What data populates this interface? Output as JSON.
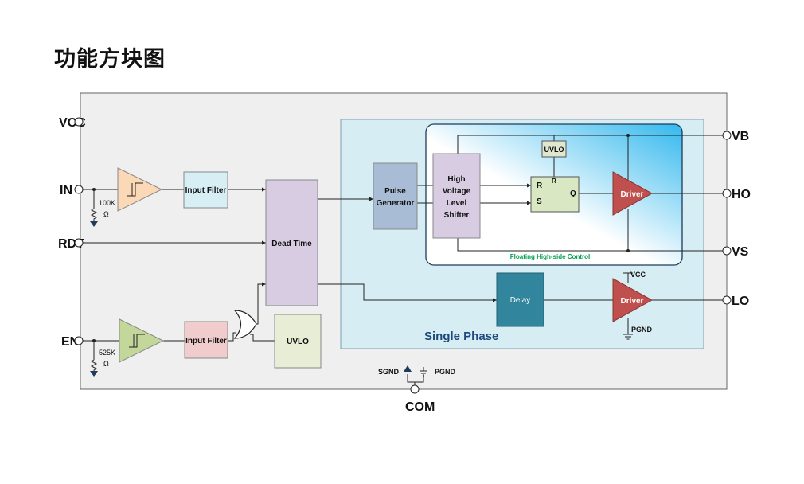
{
  "page_title": "功能方块图",
  "pins": {
    "vcc": "VCC",
    "in": "IN",
    "rdt": "RDT",
    "en": "EN",
    "vb": "VB",
    "ho": "HO",
    "vs": "VS",
    "lo": "LO",
    "com": "COM"
  },
  "blocks": {
    "input_filter_in": "Input Filter",
    "input_filter_en": "Input Filter",
    "dead_time": "Dead Time",
    "uvlo_low": "UVLO",
    "pulse_generator": [
      "Pulse",
      "Generator"
    ],
    "level_shifter": [
      "High",
      "Voltage",
      "Level",
      "Shifter"
    ],
    "uvlo_high": "UVLO",
    "latch_r": "R",
    "latch_s": "S",
    "latch_q": "Q",
    "latch_uvlo_r": "R",
    "driver_high": "Driver",
    "driver_low": "Driver",
    "delay": "Delay"
  },
  "labels": {
    "single_phase": "Single Phase",
    "floating_control": "Floating High-side Control",
    "low_vcc": "VCC",
    "low_pgnd": "PGND",
    "sgnd": "SGND",
    "pgnd": "PGND",
    "in_res_value": "100K",
    "in_res_unit": "Ω",
    "en_res_value": "525K",
    "en_res_unit": "Ω"
  },
  "colors": {
    "outer_bg": "#efefef",
    "single_phase_bg": "#d6eef3",
    "floating_grad_end": "#33b8ee",
    "filter_in": "#d7eef4",
    "filter_en": "#f0cccc",
    "dead_time": "#d8cce3",
    "uvlo_low": "#e8edd6",
    "pulse_generator": "#a9bcd5",
    "level_shifter": "#d8cce3",
    "latch": "#d9e8c3",
    "uvlo_high": "#dfe7cf",
    "driver": "#c0504d",
    "delay": "#31859c",
    "comparator_in": "#fbd9b6",
    "comparator_en": "#c4d79b",
    "single_phase_text": "#1f497d",
    "floating_text": "#00a050"
  }
}
